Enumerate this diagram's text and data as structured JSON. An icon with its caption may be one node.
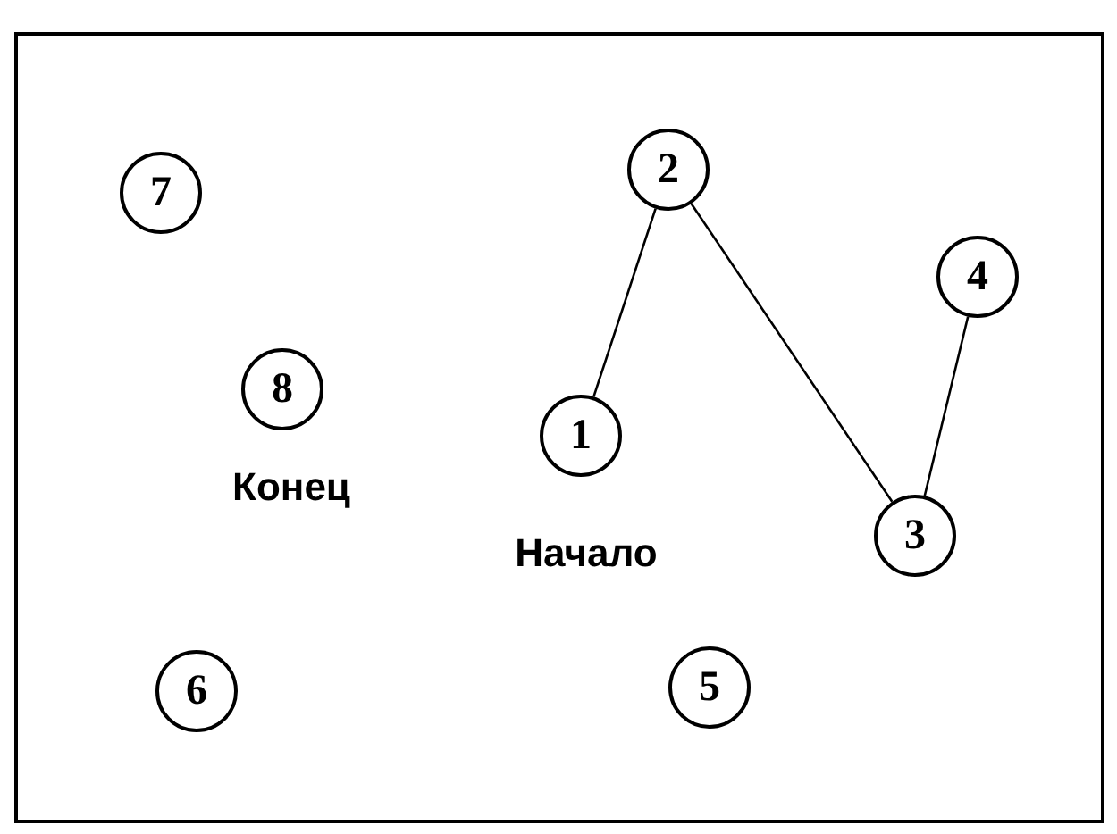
{
  "diagram": {
    "nodes": [
      {
        "text": [
          "1"
        ],
        "beside": [
          "Начало"
        ]
      },
      {
        "text": [
          "2"
        ]
      },
      {
        "text": [
          "3"
        ]
      },
      {
        "text": [
          "4"
        ]
      },
      {
        "text": [
          "5"
        ]
      },
      {
        "text": [
          "6"
        ]
      },
      {
        "text": [
          "7"
        ]
      },
      {
        "text": [
          "8"
        ],
        "beside": [
          "Конец"
        ]
      }
    ],
    "edges": [
      {
        "from": 0,
        "to": 1,
        "arrow": "none"
      },
      {
        "from": 1,
        "to": 2,
        "arrow": "none"
      },
      {
        "from": 2,
        "to": 3,
        "arrow": "none"
      }
    ]
  }
}
